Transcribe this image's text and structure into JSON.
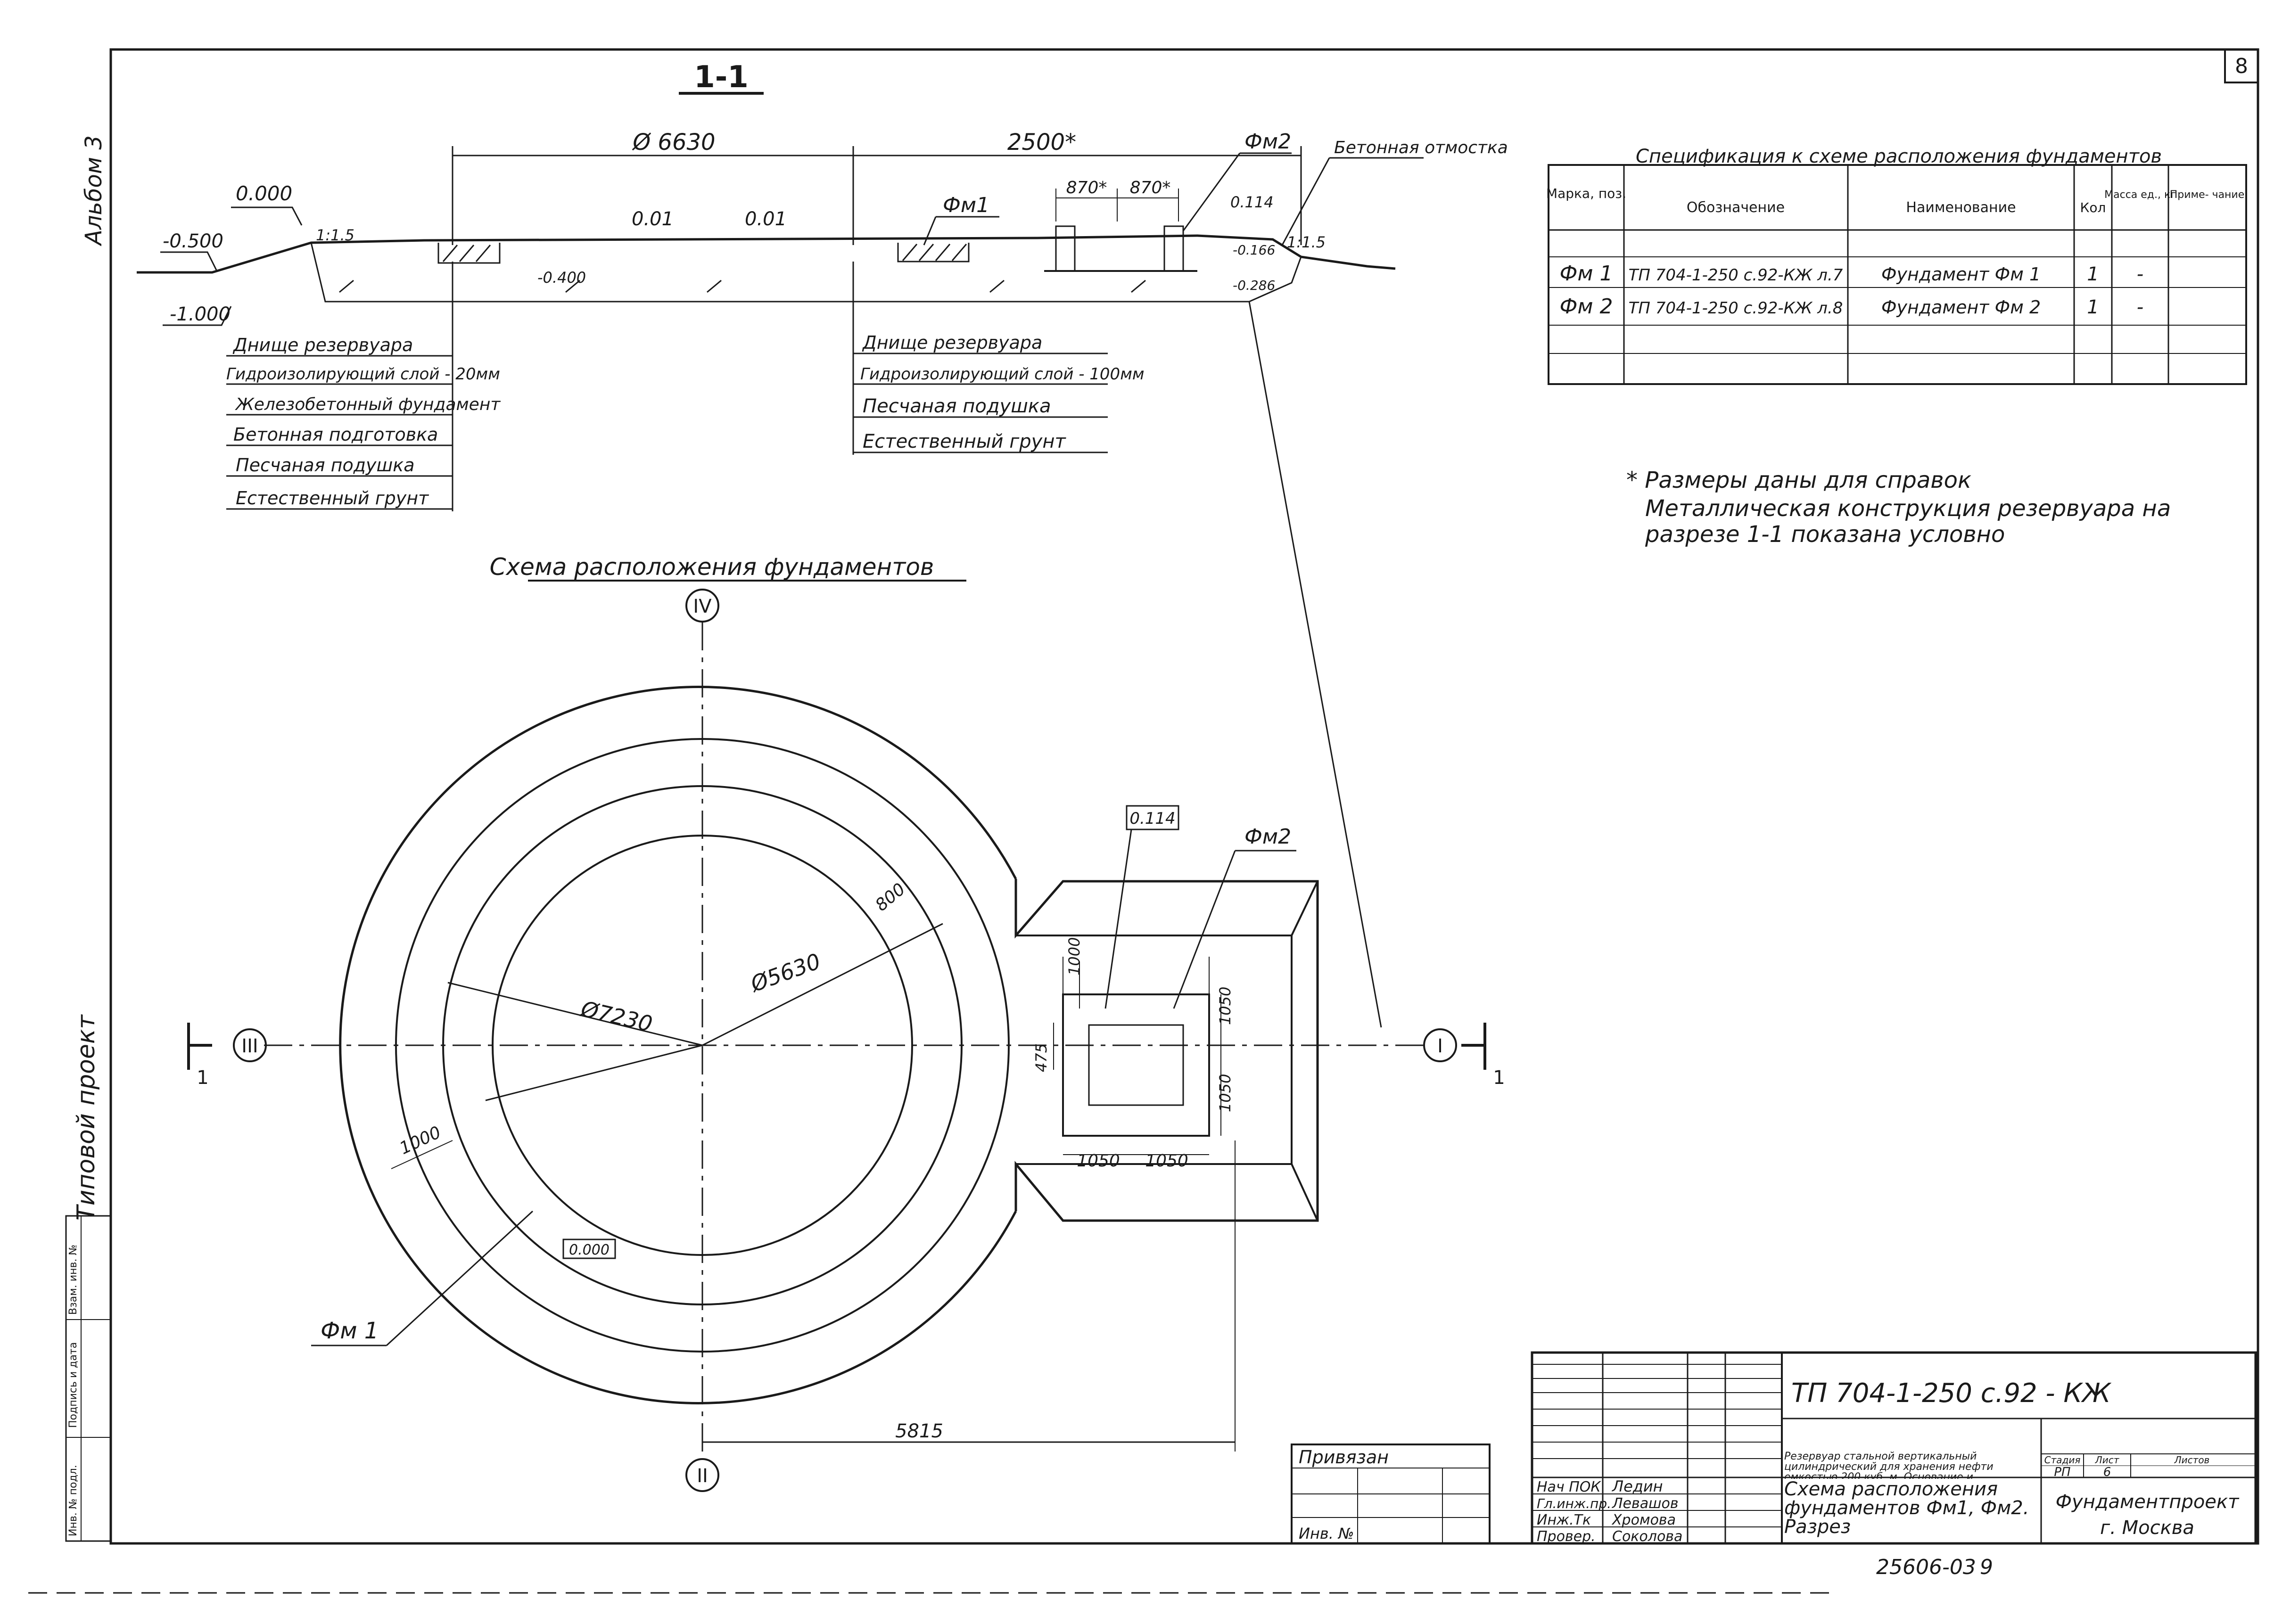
{
  "sheet": {
    "page_number": "8",
    "album_label": "Альбом 3",
    "project_type_label": "Типовой проект",
    "doc_number": "25606-03",
    "doc_number_suffix": "9"
  },
  "section": {
    "title": "1-1",
    "dim_diameter": "Ø 6630",
    "dim_offset": "2500*",
    "dim_870_left": "870*",
    "dim_870_right": "870*",
    "mark_fm1": "Фм1",
    "mark_fm2": "Фм2",
    "label_concrete_apron": "Бетонная отмостка",
    "elev_0000": "0.000",
    "elev_minus_0500": "-0.500",
    "elev_minus_1000": "-1.000",
    "elev_minus_0400": "-0.400",
    "elev_0114": "0.114",
    "elev_minus_0166": "-0.166",
    "elev_minus_0286": "-0.286",
    "slope_left": "1:1.5",
    "slope_right": "1:1.5",
    "slope_001_left": "0.01",
    "slope_001_right": "0.01",
    "layers_left": [
      "Днище резервуара",
      "Гидроизолирующий слой - 20мм",
      "Железобетонный фундамент",
      "Бетонная подготовка",
      "Песчаная подушка",
      "Естественный грунт"
    ],
    "layers_right": [
      "Днище резервуара",
      "Гидроизолирующий слой - 100мм",
      "Песчаная подушка",
      "Естественный грунт"
    ]
  },
  "spec": {
    "title": "Спецификация к схеме расположения фундаментов",
    "headers": [
      "Марка, поз.",
      "Обозначение",
      "Наименование",
      "Кол",
      "Масса ед., кг",
      "Приме- чание"
    ],
    "rows": [
      [
        "Фм 1",
        "ТП 704-1-250 с.92-КЖ л.7",
        "Фундамент Фм 1",
        "1",
        "-",
        ""
      ],
      [
        "Фм 2",
        "ТП 704-1-250 с.92-КЖ л.8",
        "Фундамент Фм 2",
        "1",
        "-",
        ""
      ]
    ]
  },
  "notes": [
    "* Размеры даны для справок",
    "Металлическая конструкция резервуара на",
    "разрезе 1-1 показана условно"
  ],
  "plan": {
    "title": "Схема расположения фундаментов",
    "axis_top": "IV",
    "axis_bottom": "II",
    "axis_left": "III",
    "axis_right": "I",
    "cut_left": "1",
    "cut_right": "1",
    "dim_d7230": "Ø7230",
    "dim_d5630": "Ø5630",
    "dim_800": "800",
    "dim_1000_ring": "1000",
    "dim_1000_top": "1000",
    "dim_1050_a": "1050",
    "dim_1050_b": "1050",
    "dim_1050_c": "1050",
    "dim_1050_d": "1050",
    "dim_475": "475",
    "dim_5815": "5815",
    "elev_0114": "0.114",
    "elev_0000": "0.000",
    "mark_fm1": "Фм 1",
    "mark_fm2": "Фм2"
  },
  "title_block": {
    "code": "ТП 704-1-250 с.92 - КЖ",
    "bound_label": "Привязан",
    "inv_label": "Инв. №",
    "roles": [
      "Нач ПОК",
      "Гл.инж.пр.",
      "Инж.Тк",
      "Провер."
    ],
    "names": [
      "Ледин",
      "Левашов",
      "Хромова",
      "Соколова"
    ],
    "description": "Резервуар стальной вертикальный цилиндрический для хранения нефти емкостью 200 куб. м. Основание и фундаменты",
    "drawing_title": "Схема расположения фундаментов Фм1, Фм2. Разрез",
    "stage_label": "Стадия",
    "sheet_label": "Лист",
    "sheets_label": "Листов",
    "stage": "РП",
    "sheet": "6",
    "org": "Фундаментпроект",
    "city": "г. Москва",
    "side_labels": [
      "Инв. № подл.",
      "Подпись и дата",
      "Взам. инв. №"
    ]
  }
}
